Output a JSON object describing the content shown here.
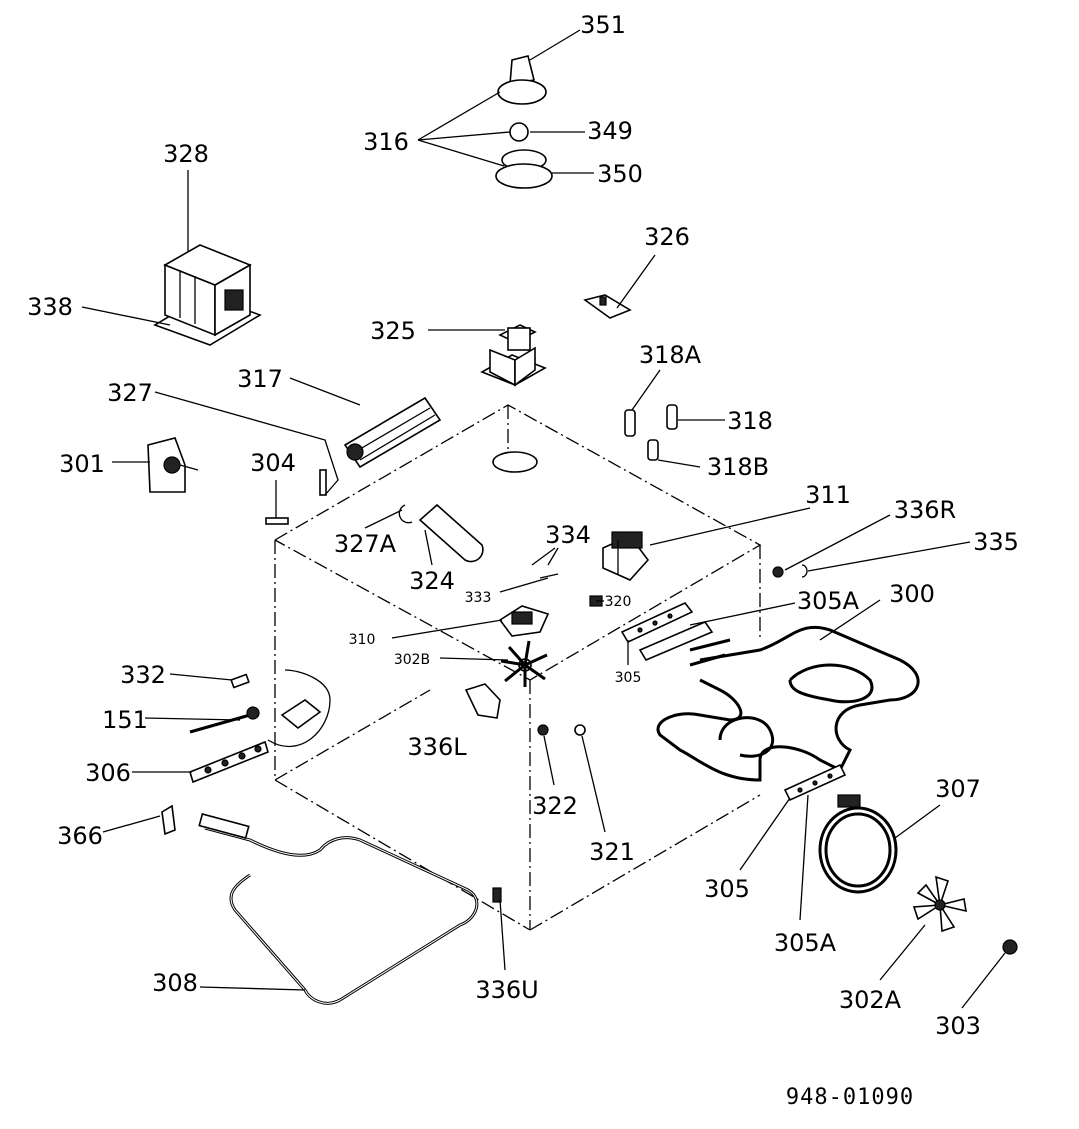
{
  "diagram": {
    "title_code": "948-01090",
    "labels": {
      "p351": "351",
      "p316": "316",
      "p349": "349",
      "p350": "350",
      "p328": "328",
      "p338": "338",
      "p326": "326",
      "p325": "325",
      "p318A": "318A",
      "p317": "317",
      "p327": "327",
      "p318": "318",
      "p318B": "318B",
      "p301": "301",
      "p304": "304",
      "p311": "311",
      "p336R": "336R",
      "p335": "335",
      "p327A": "327A",
      "p334": "334",
      "p324": "324",
      "p333": "333",
      "p320": "320",
      "p305A_top": "305A",
      "p300": "300",
      "p310": "310",
      "p302B": "302B",
      "p305_small": "305",
      "p332": "332",
      "p151": "151",
      "p336L": "336L",
      "p306": "306",
      "p322": "322",
      "p321": "321",
      "p307": "307",
      "p366": "366",
      "p305": "305",
      "p305A": "305A",
      "p308": "308",
      "p336U": "336U",
      "p302A": "302A",
      "p303": "303"
    }
  }
}
